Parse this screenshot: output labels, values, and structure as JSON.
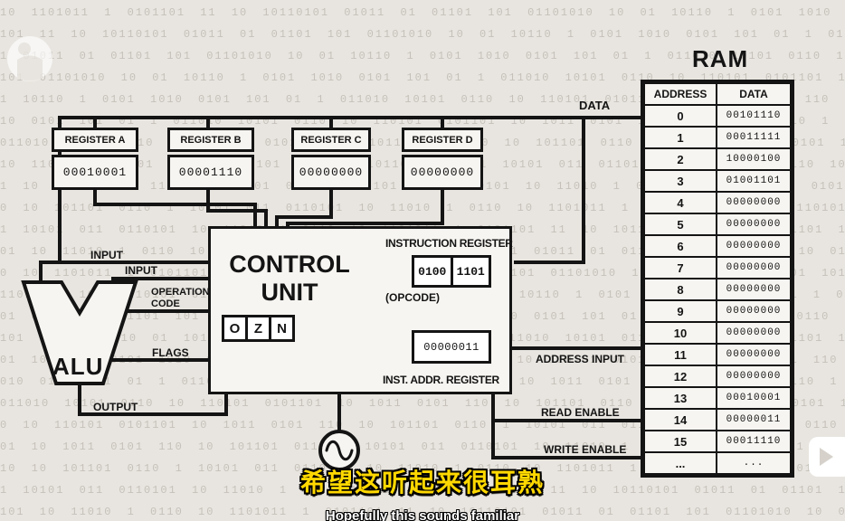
{
  "background": {
    "binary_row": "10 1101011 1 0101101 11 10 10110101 01011 01 01101 101 01101010 10 01 10110 1 0101 1010 0101 101 01 1 011010 10101 0110 10 110101 0101101 10 1011 0101 110 10 101101 0110 1 10101 011 0110101 10 11010 1 0110",
    "row_count": 24
  },
  "labels": {
    "data": "DATA",
    "input1": "INPUT",
    "input2": "INPUT",
    "operation_code": "OPERATION CODE",
    "flags": "FLAGS",
    "output": "OUTPUT",
    "address_input": "ADDRESS INPUT",
    "read_enable": "READ ENABLE",
    "write_enable": "WRITE ENABLE"
  },
  "registers": [
    {
      "label": "REGISTER A",
      "value": "00010001"
    },
    {
      "label": "REGISTER B",
      "value": "00001110"
    },
    {
      "label": "REGISTER C",
      "value": "00000000"
    },
    {
      "label": "REGISTER D",
      "value": "00000000"
    }
  ],
  "control_unit": {
    "title": "CONTROL UNIT",
    "instruction_register_label": "INSTRUCTION REGISTER",
    "instruction_left": "0100",
    "instruction_right": "1101",
    "opcode_label": "(OPCODE)",
    "flags": [
      "O",
      "Z",
      "N"
    ],
    "inst_addr_value": "00000011",
    "inst_addr_label": "INST. ADDR. REGISTER"
  },
  "alu": {
    "label": "ALU"
  },
  "ram": {
    "title": "RAM",
    "col_address": "ADDRESS",
    "col_data": "DATA",
    "rows": [
      {
        "address": "0",
        "value": "00101110"
      },
      {
        "address": "1",
        "value": "00011111"
      },
      {
        "address": "2",
        "value": "10000100"
      },
      {
        "address": "3",
        "value": "01001101"
      },
      {
        "address": "4",
        "value": "00000000"
      },
      {
        "address": "5",
        "value": "00000000"
      },
      {
        "address": "6",
        "value": "00000000"
      },
      {
        "address": "7",
        "value": "00000000"
      },
      {
        "address": "8",
        "value": "00000000"
      },
      {
        "address": "9",
        "value": "00000000"
      },
      {
        "address": "10",
        "value": "00000000"
      },
      {
        "address": "11",
        "value": "00000000"
      },
      {
        "address": "12",
        "value": "00000000"
      },
      {
        "address": "13",
        "value": "00010001"
      },
      {
        "address": "14",
        "value": "00000011"
      },
      {
        "address": "15",
        "value": "00011110"
      },
      {
        "address": "...",
        "value": "..."
      }
    ]
  },
  "subtitles": {
    "chinese": "希望这听起来很耳熟",
    "english": "Hopefully this sounds familiar"
  },
  "icons": {
    "clock": "sine-wave",
    "watermark": "pbs-logo",
    "player": "play-next"
  },
  "colors": {
    "page_bg": "#e8e5e0",
    "box_bg": "#f7f5f1",
    "wire": "#141414",
    "subtitle_yellow": "#ffd800"
  }
}
